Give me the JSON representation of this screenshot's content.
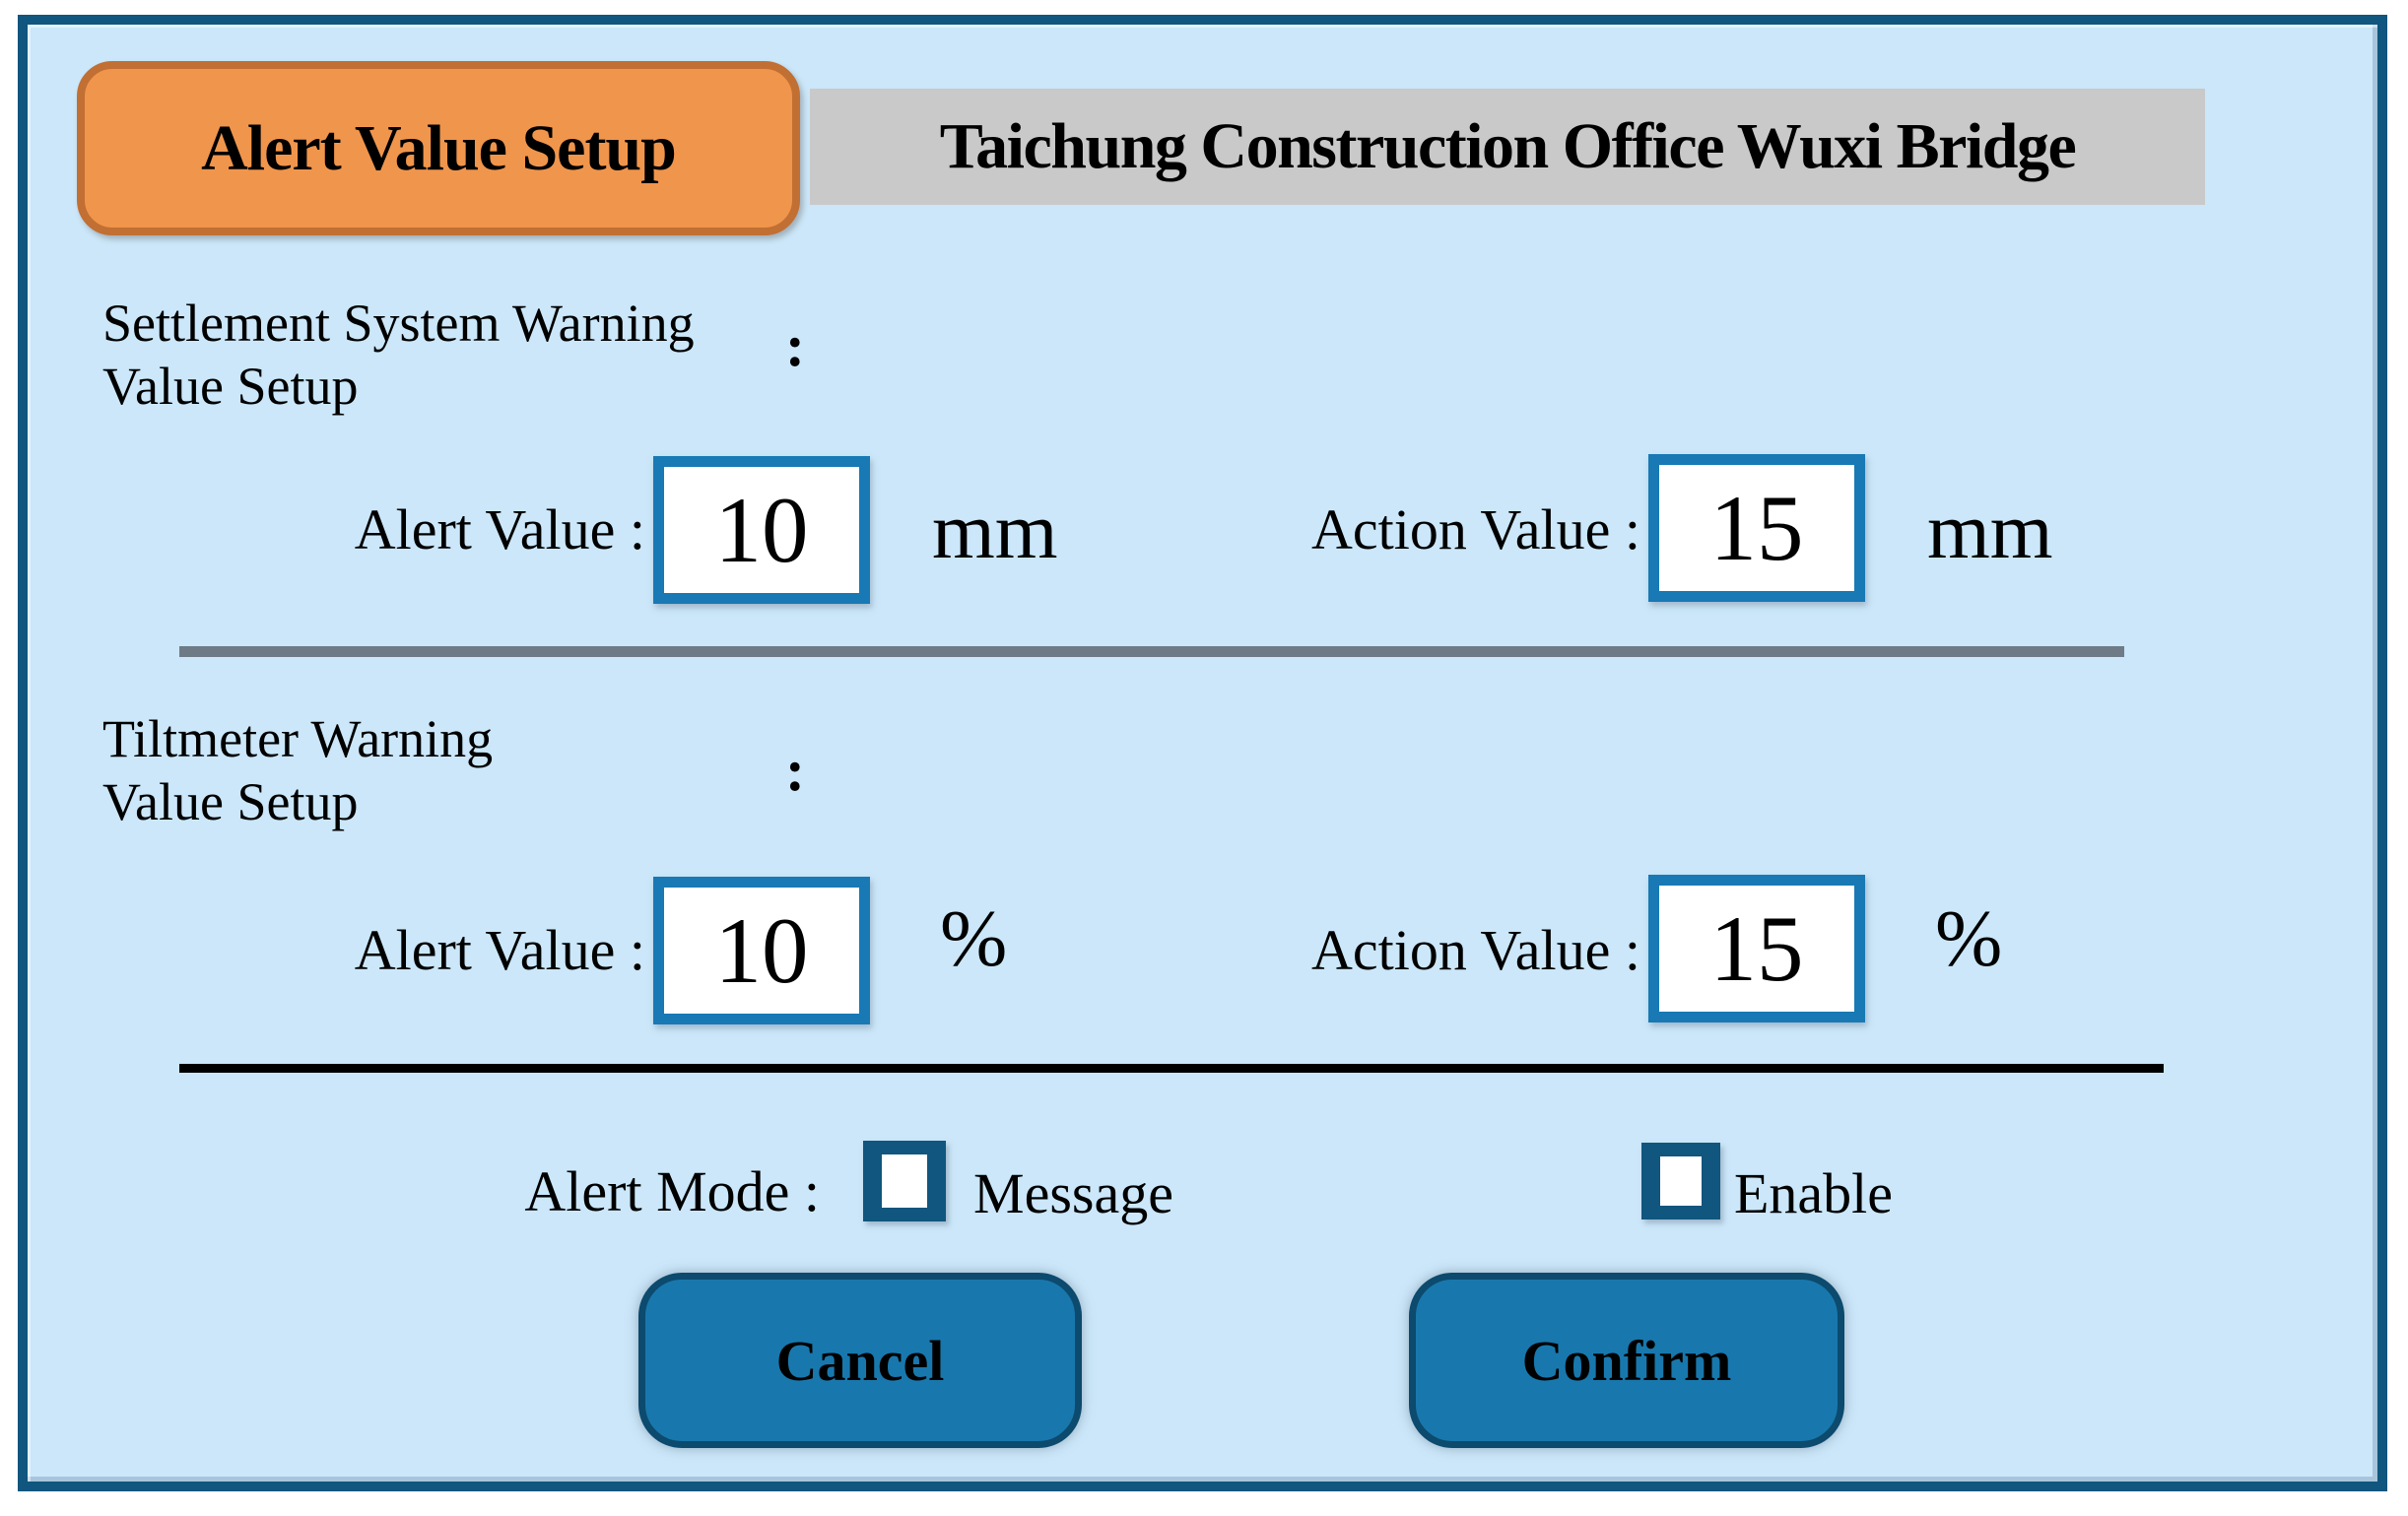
{
  "tab": {
    "label": "Alert Value Setup"
  },
  "titlebar": {
    "text": "Taichung Construction Office Wuxi Bridge"
  },
  "sections": [
    {
      "id": "settlement",
      "heading_line1": "Settlement System Warning",
      "heading_line2": "Value Setup",
      "colon": ":",
      "fields": [
        {
          "label": "Alert Value :",
          "value": "10",
          "unit": "mm"
        },
        {
          "label": "Action Value :",
          "value": "15",
          "unit": "mm"
        }
      ]
    },
    {
      "id": "tiltmeter",
      "heading_line1": "Tiltmeter Warning",
      "heading_line2": "Value Setup",
      "colon": ":",
      "fields": [
        {
          "label": "Alert Value :",
          "value": "10",
          "unit": "%"
        },
        {
          "label": "Action Value :",
          "value": "15",
          "unit": "%"
        }
      ]
    }
  ],
  "alert_mode": {
    "label": "Alert Mode :",
    "options": [
      {
        "label": "Message",
        "checked": false
      },
      {
        "label": "Enable",
        "checked": false
      }
    ]
  },
  "buttons": {
    "cancel": "Cancel",
    "confirm": "Confirm"
  },
  "colors": {
    "page_background": "#ffffff",
    "dialog_fill": "#cbe7f9",
    "dialog_border": "#10567e",
    "tab_fill": "#f0954c",
    "tab_border": "#c16f33",
    "titlebar_fill": "#c9c9c9",
    "input_border": "#1879b5",
    "checkbox_border": "#10567e",
    "button_fill": "#1878ad",
    "button_border": "#0c4a6e",
    "divider_top": "#6e7b87",
    "divider_bottom": "#000000",
    "text": "#000000"
  }
}
